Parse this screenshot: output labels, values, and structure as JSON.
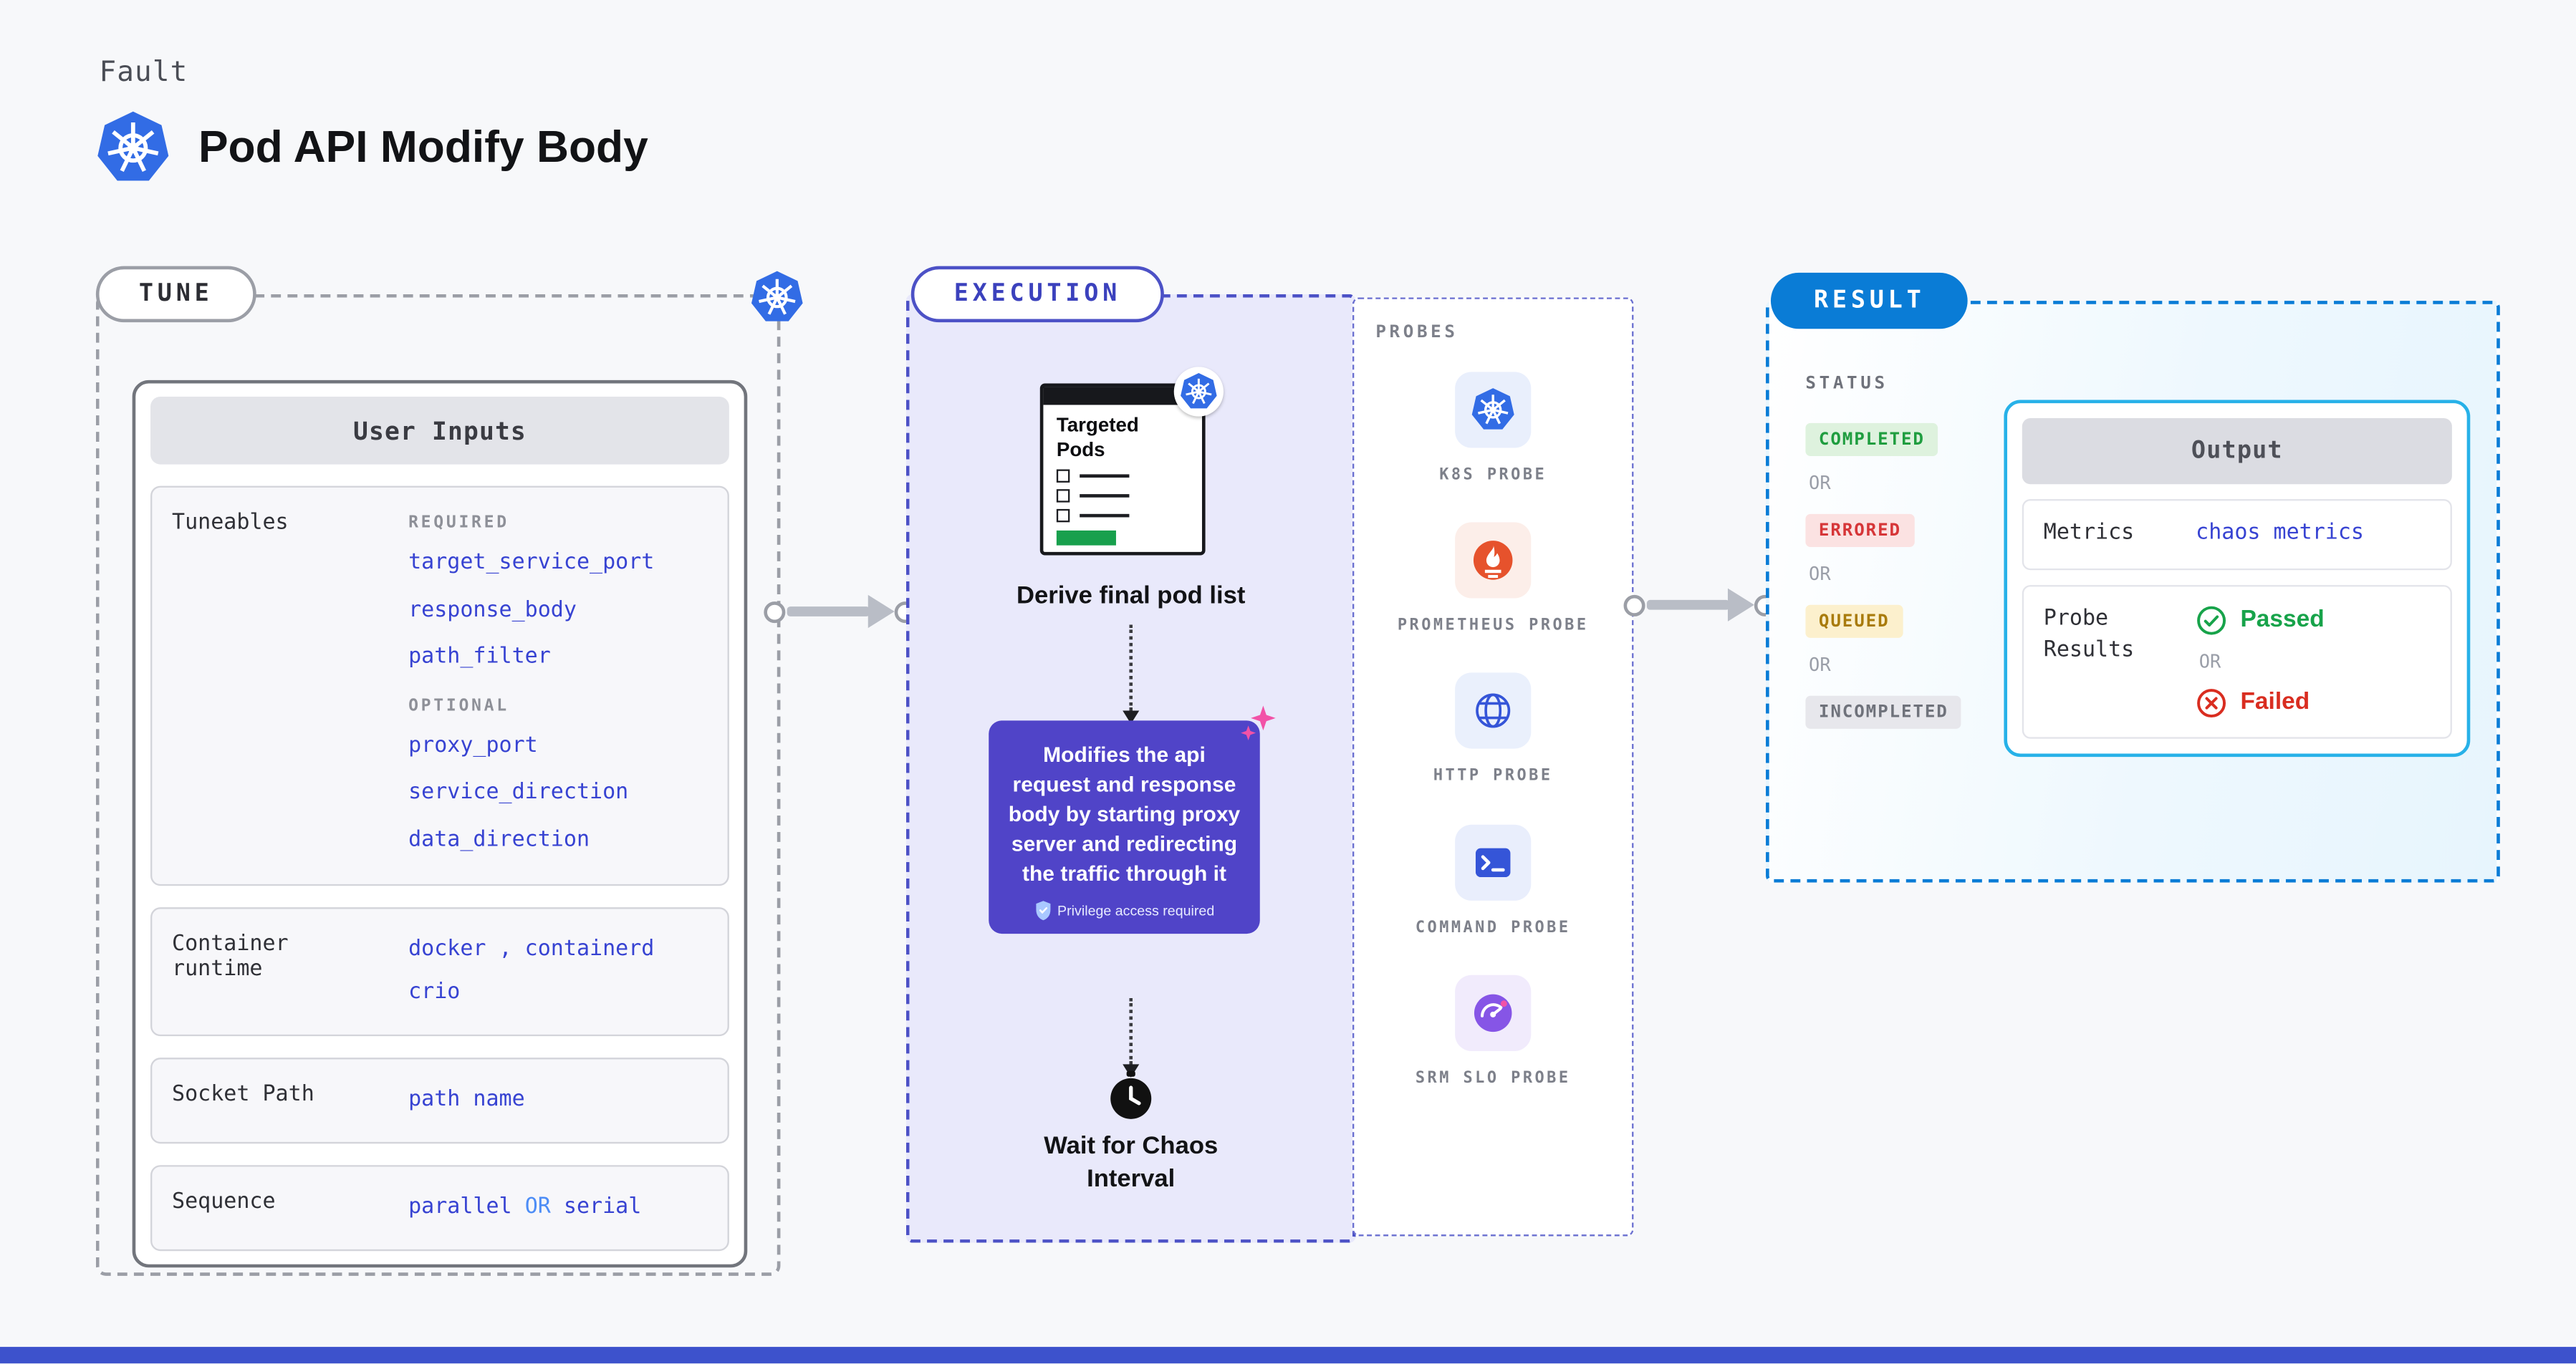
{
  "header": {
    "kicker": "Fault",
    "title": "Pod API Modify Body"
  },
  "tune": {
    "pill": "TUNE",
    "card_title": "User Inputs",
    "tuneables_label": "Tuneables",
    "required_label": "REQUIRED",
    "required_items": [
      "target_service_port",
      "response_body",
      "path_filter"
    ],
    "optional_label": "OPTIONAL",
    "optional_items": [
      "proxy_port",
      "service_direction",
      "data_direction"
    ],
    "container_runtime_label": "Container runtime",
    "container_runtime_line1": "docker , containerd",
    "container_runtime_line2": "crio",
    "socket_path_label": "Socket Path",
    "socket_path_value": "path name",
    "sequence_label": "Sequence",
    "sequence_first": "parallel",
    "sequence_or": "OR",
    "sequence_second": "serial"
  },
  "execution": {
    "pill": "EXECUTION",
    "targeted_pods_title": "Targeted Pods",
    "derive_label": "Derive final pod list",
    "modify_text": "Modifies the api request and response body by starting proxy server and redirecting the traffic through it",
    "privilege_note": "Privilege access required",
    "wait_label": "Wait for Chaos Interval"
  },
  "probes": {
    "title": "PROBES",
    "items": [
      {
        "label": "K8S PROBE",
        "icon": "kubernetes-icon"
      },
      {
        "label": "PROMETHEUS PROBE",
        "icon": "prometheus-icon"
      },
      {
        "label": "HTTP PROBE",
        "icon": "globe-icon"
      },
      {
        "label": "COMMAND PROBE",
        "icon": "terminal-icon"
      },
      {
        "label": "SRM SLO PROBE",
        "icon": "gauge-icon"
      }
    ]
  },
  "result": {
    "pill": "RESULT",
    "status_label": "STATUS",
    "statuses": [
      {
        "label": "COMPLETED",
        "tone": "green",
        "color": "#1f9d3f"
      },
      {
        "label": "ERRORED",
        "tone": "red",
        "color": "#d63638"
      },
      {
        "label": "QUEUED",
        "tone": "amber",
        "color": "#a97b0c"
      },
      {
        "label": "INCOMPLETED",
        "tone": "gray",
        "color": "#6f727b"
      }
    ],
    "or": "OR",
    "output": {
      "title": "Output",
      "metrics_label": "Metrics",
      "metrics_value": "chaos metrics",
      "probe_results_label": "Probe Results",
      "passed": "Passed",
      "or": "OR",
      "failed": "Failed"
    }
  },
  "accents": {
    "kubernetes_blue": "#326CE5",
    "execution_purple": "#5044c8",
    "result_blue": "#0a7cd6",
    "output_border_cyan": "#27b1e8",
    "value_blue": "#3743d2",
    "passed_green": "#17a34a",
    "failed_red": "#d92d20"
  }
}
